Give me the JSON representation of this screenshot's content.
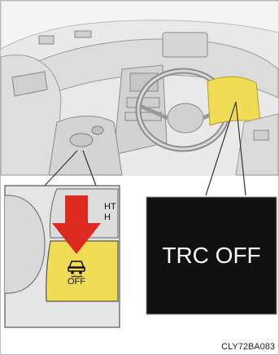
{
  "display": {
    "indicator_text": "TRC OFF"
  },
  "switch": {
    "switch_text": "OFF",
    "adjacent_partial_text_1": "HT",
    "adjacent_partial_text_2": "H"
  },
  "figure": {
    "reference_code": "CLY72BA083"
  },
  "colors": {
    "highlight_yellow": "#f1dc55",
    "arrow_red": "#dd2a20",
    "display_black": "#111111"
  }
}
